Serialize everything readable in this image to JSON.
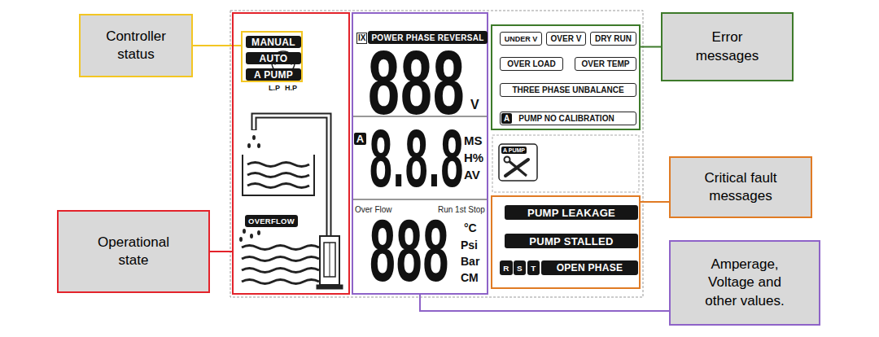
{
  "diagram": {
    "nodes": [
      {
        "text": [
          "Controller status"
        ]
      },
      {
        "text": [
          "Error messages"
        ]
      },
      {
        "text": [
          "L.P",
          "H.P"
        ]
      },
      {
        "text": [],
        "in": 2
      },
      {
        "text": [
          "MANUAL"
        ],
        "in": 3
      },
      {
        "text": [
          "AUTO"
        ],
        "in": 3
      },
      {
        "text": [
          "A PUMP"
        ],
        "in": 3
      },
      {
        "text": [
          "OVERFLOW"
        ],
        "in": 2
      },
      {
        "text": [
          "IX",
          "888",
          "V",
          "A",
          "8.8.8",
          "MS",
          "H%",
          "AV",
          "Over Flow",
          "Run 1st Stop",
          "888",
          "°C",
          "Psi",
          "Bar",
          "CM"
        ]
      },
      {
        "text": [
          "POWER PHASE REVERSAL"
        ],
        "in": 8
      },
      {
        "text": []
      },
      {
        "text": [
          "UNDER V"
        ],
        "in": 10
      },
      {
        "text": [
          "OVER V"
        ],
        "in": 10
      },
      {
        "text": [
          "DRY RUN"
        ],
        "in": 10
      },
      {
        "text": [
          "OVER LOAD"
        ],
        "in": 10
      },
      {
        "text": [
          "OVER TEMP"
        ],
        "in": 10
      },
      {
        "text": [
          "THREE PHASE UNBALANCE"
        ],
        "in": 10
      },
      {
        "text": [
          "A",
          "PUMP NO CALIBRATION"
        ],
        "in": 10
      },
      {
        "text": [
          "Critical fault messages"
        ]
      },
      {
        "text": []
      },
      {
        "text": [
          "PUMP LEAKAGE"
        ],
        "in": 19
      },
      {
        "text": [
          "PUMP STALLED"
        ],
        "in": 19
      },
      {
        "text": [
          "R"
        ],
        "in": 19
      },
      {
        "text": [
          "S"
        ],
        "in": 19
      },
      {
        "text": [
          "T"
        ],
        "in": 19
      },
      {
        "text": [
          "OPEN PHASE"
        ],
        "in": 19
      },
      {
        "text": [
          "Operational state"
        ]
      },
      {
        "text": [
          "Amperage, Voltage and other values."
        ]
      }
    ],
    "edges": [
      {
        "from": 0,
        "to": 3,
        "arrow": "none"
      },
      {
        "from": 1,
        "to": 10,
        "arrow": "none"
      },
      {
        "from": 18,
        "to": 19,
        "arrow": "none"
      },
      {
        "from": 26,
        "to": 2,
        "arrow": "none"
      },
      {
        "from": 27,
        "to": 8,
        "arrow": "none"
      }
    ],
    "labels": [
      "A PUMP"
    ]
  }
}
